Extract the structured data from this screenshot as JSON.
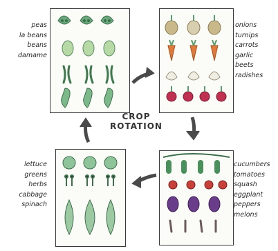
{
  "title": {
    "line1": "CROP",
    "line2": "ROTATION"
  },
  "panels": {
    "legumes": {
      "labels": [
        "peas",
        "la beans",
        "beans",
        "damame"
      ]
    },
    "roots": {
      "labels": [
        "onions",
        "turnips",
        "carrots",
        "garlic",
        "beets",
        "radishes"
      ]
    },
    "fruiting": {
      "labels": [
        "cucumbers",
        "tomatoes",
        "squash",
        "eggplant",
        "peppers",
        "melons"
      ]
    },
    "leafy": {
      "labels": [
        "lettuce",
        "greens",
        "herbs",
        "cabbage",
        "spinach"
      ]
    }
  },
  "colors": {
    "leaf_green": "#5a9e6e",
    "root_orange": "#e07a3a",
    "beet_red": "#c03050",
    "onion_tan": "#c9b98a",
    "eggplant_purple": "#6a3d8a",
    "arrow_gray": "#4a4a4a"
  }
}
